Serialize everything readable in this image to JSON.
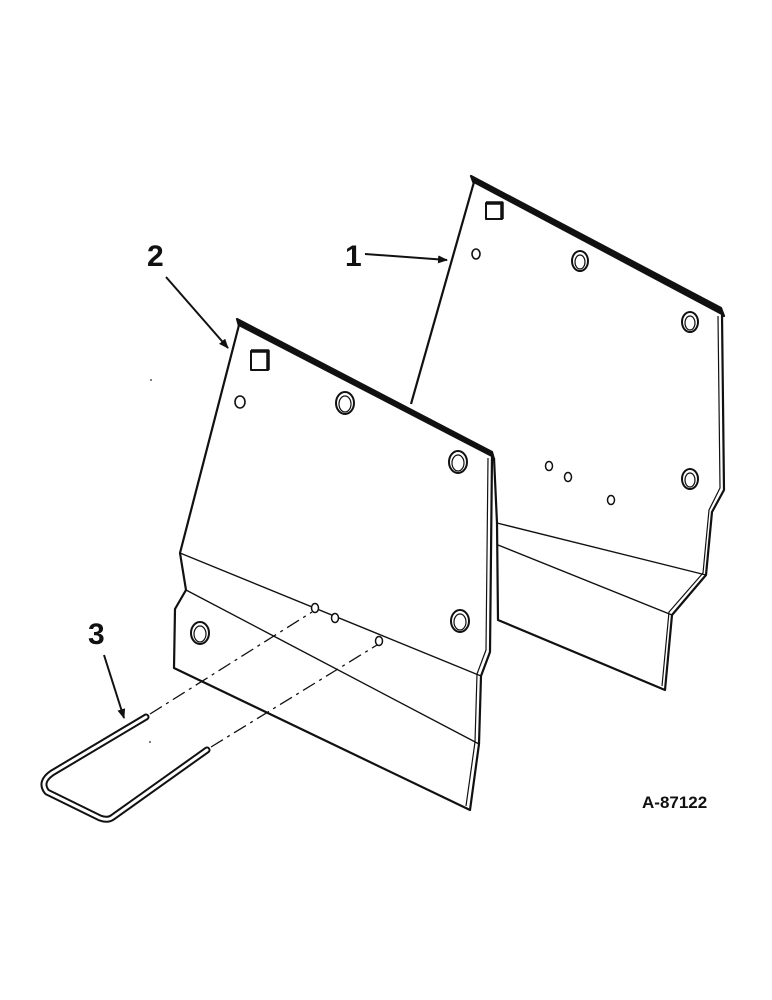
{
  "diagram": {
    "callouts": [
      {
        "label": "1"
      },
      {
        "label": "2"
      },
      {
        "label": "3"
      }
    ],
    "reference_number": "A-87122"
  },
  "colors": {
    "ink": "#111111",
    "paper": "#ffffff"
  }
}
